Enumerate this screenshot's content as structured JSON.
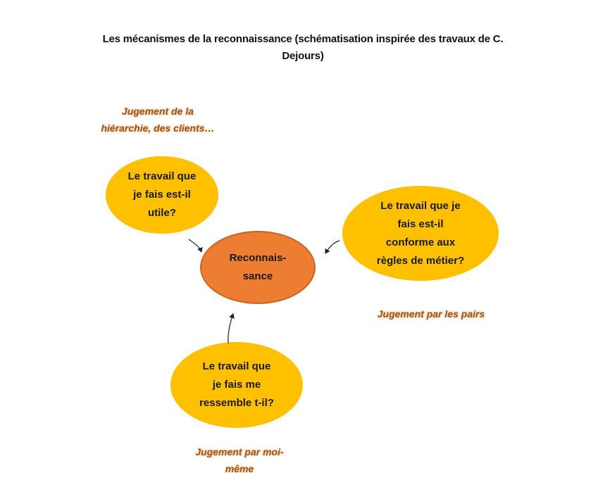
{
  "title": "Les mécanismes de la reconnaissance (schématisation inspirée des travaux de C.\nDejours)",
  "center": {
    "label": "Reconnais-\nsance"
  },
  "nodes": {
    "utile": {
      "label": "Le travail que\nje fais est-il\nutile?"
    },
    "conforme": {
      "label": "Le travail que je\nfais est-il\nconforme aux\nrègles de métier?"
    },
    "ressemble": {
      "label": "Le travail que\nje fais me\nressemble t-il?"
    }
  },
  "captions": {
    "hierarchie": "Jugement de la\nhiérarchie, des clients…",
    "pairs": "Jugement par les pairs",
    "moi": "Jugement par moi-\nmême"
  },
  "colors": {
    "node_fill": "#FFC000",
    "center_fill": "#ED7D31",
    "caption_text": "#A0521B"
  }
}
